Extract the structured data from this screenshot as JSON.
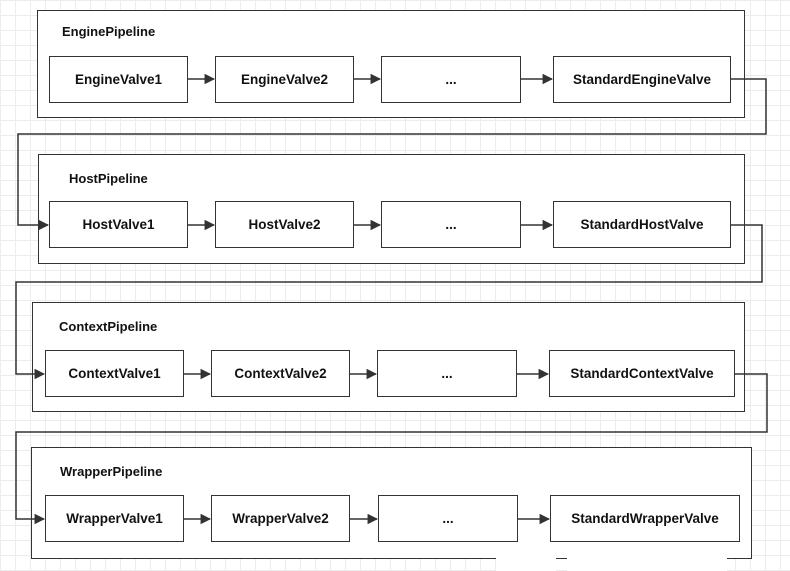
{
  "pipelines": [
    {
      "title": "EnginePipeline",
      "valves": [
        "EngineValve1",
        "EngineValve2",
        "...",
        "StandardEngineValve"
      ]
    },
    {
      "title": "HostPipeline",
      "valves": [
        "HostValve1",
        "HostValve2",
        "...",
        "StandardHostValve"
      ]
    },
    {
      "title": "ContextPipeline",
      "valves": [
        "ContextValve1",
        "ContextValve2",
        "...",
        "StandardContextValve"
      ]
    },
    {
      "title": "WrapperPipeline",
      "valves": [
        "WrapperValve1",
        "WrapperValve2",
        "...",
        "StandardWrapperValve"
      ]
    }
  ],
  "colors": {
    "line": "#333333",
    "grid": "#ececec",
    "background": "#ffffff"
  }
}
